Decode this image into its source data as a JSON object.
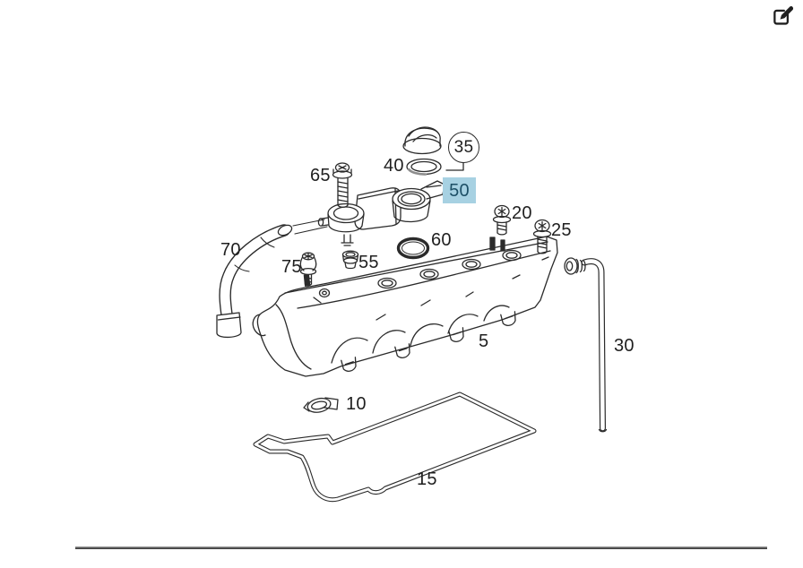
{
  "toolbar": {
    "edit_icon": "edit-pencil-square-icon"
  },
  "diagram": {
    "line_color": "#2b2b2b",
    "highlight": {
      "part": "50",
      "background": "#a7d1e2",
      "text_color": "#1d4f66"
    },
    "circled_part": "35",
    "labels": {
      "l5": "5",
      "l10": "10",
      "l15": "15",
      "l20": "20",
      "l25": "25",
      "l30": "30",
      "l35": "35",
      "l40": "40",
      "l50": "50",
      "l55": "55",
      "l60": "60",
      "l65": "65",
      "l70": "70",
      "l75": "75"
    }
  }
}
